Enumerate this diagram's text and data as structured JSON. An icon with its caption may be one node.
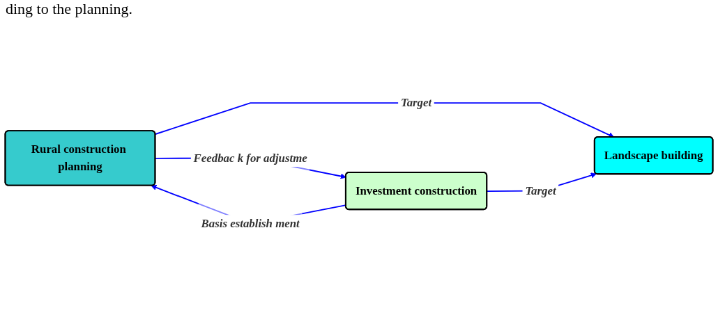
{
  "diagram": {
    "nodes": [
      {
        "text": [
          "Rural construction planning"
        ]
      },
      {
        "text": [
          "Landscape building"
        ]
      },
      {
        "text": [
          "Investment construction"
        ]
      }
    ],
    "edges": [
      {
        "from": 0,
        "to": 1,
        "arrow": "to",
        "label": "Target"
      },
      {
        "from": 0,
        "to": 2,
        "arrow": "to",
        "label": "Feedbac k for adjustme"
      },
      {
        "from": 2,
        "to": 0,
        "arrow": "to",
        "label": "Basis establish ment"
      },
      {
        "from": 2,
        "to": 1,
        "arrow": "to",
        "label": "Target"
      }
    ],
    "labels": [
      "ding to the planning."
    ]
  }
}
